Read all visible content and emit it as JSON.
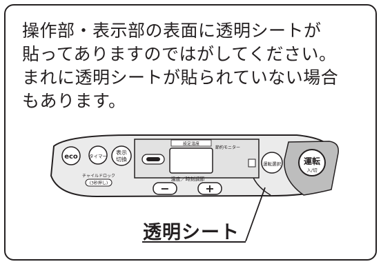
{
  "notice": {
    "lines": [
      "操作部・表示部の表面に透明シートが",
      "貼ってありますのではがしてください。",
      "まれに透明シートが貼られていない場合",
      "もあります。"
    ]
  },
  "panel": {
    "eco_button": "eco",
    "timer_button": "タイマー",
    "display_toggle_button": [
      "表示",
      "切換"
    ],
    "child_lock_label": "チャイルドロック",
    "child_lock_sub": "(3秒押し)",
    "temp_time_label": "温度／時刻調節",
    "minus_button": "−",
    "plus_button": "+",
    "mode_label": "運転選択",
    "power_button": "運転",
    "power_sub": "入/切",
    "top_indicator": "設定温度",
    "monitor_label": "節約モニター"
  },
  "callout": {
    "label": "透明シート"
  }
}
